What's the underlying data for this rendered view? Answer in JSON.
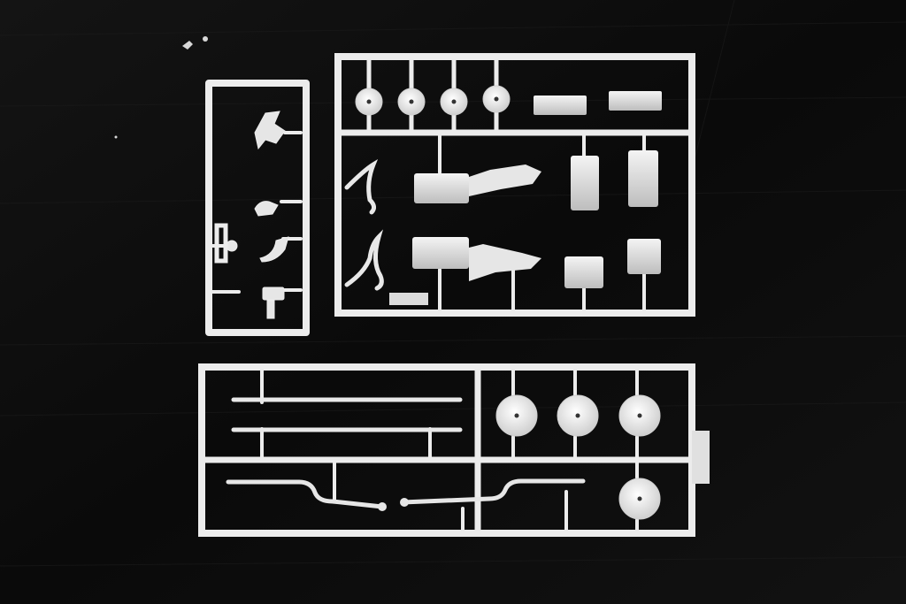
{
  "photo": {
    "subject": "",
    "background_color": "#0b0b0b",
    "plastic_color": "#ececec",
    "shadow_color": "#9a9a9a"
  },
  "sprues": [
    {
      "id": "small-sprue",
      "parts": [
        "arms",
        "knobs",
        "brackets"
      ]
    },
    {
      "id": "engine-sprue",
      "parts": [
        "wheels-x4",
        "engine-blocks-x2",
        "transmissions-x2",
        "exhaust-pipes-x2",
        "small-panels"
      ]
    },
    {
      "id": "chassis-sprue",
      "parts": [
        "axle-rods-x2",
        "wheels-x4",
        "drive-shafts-x2"
      ]
    }
  ]
}
